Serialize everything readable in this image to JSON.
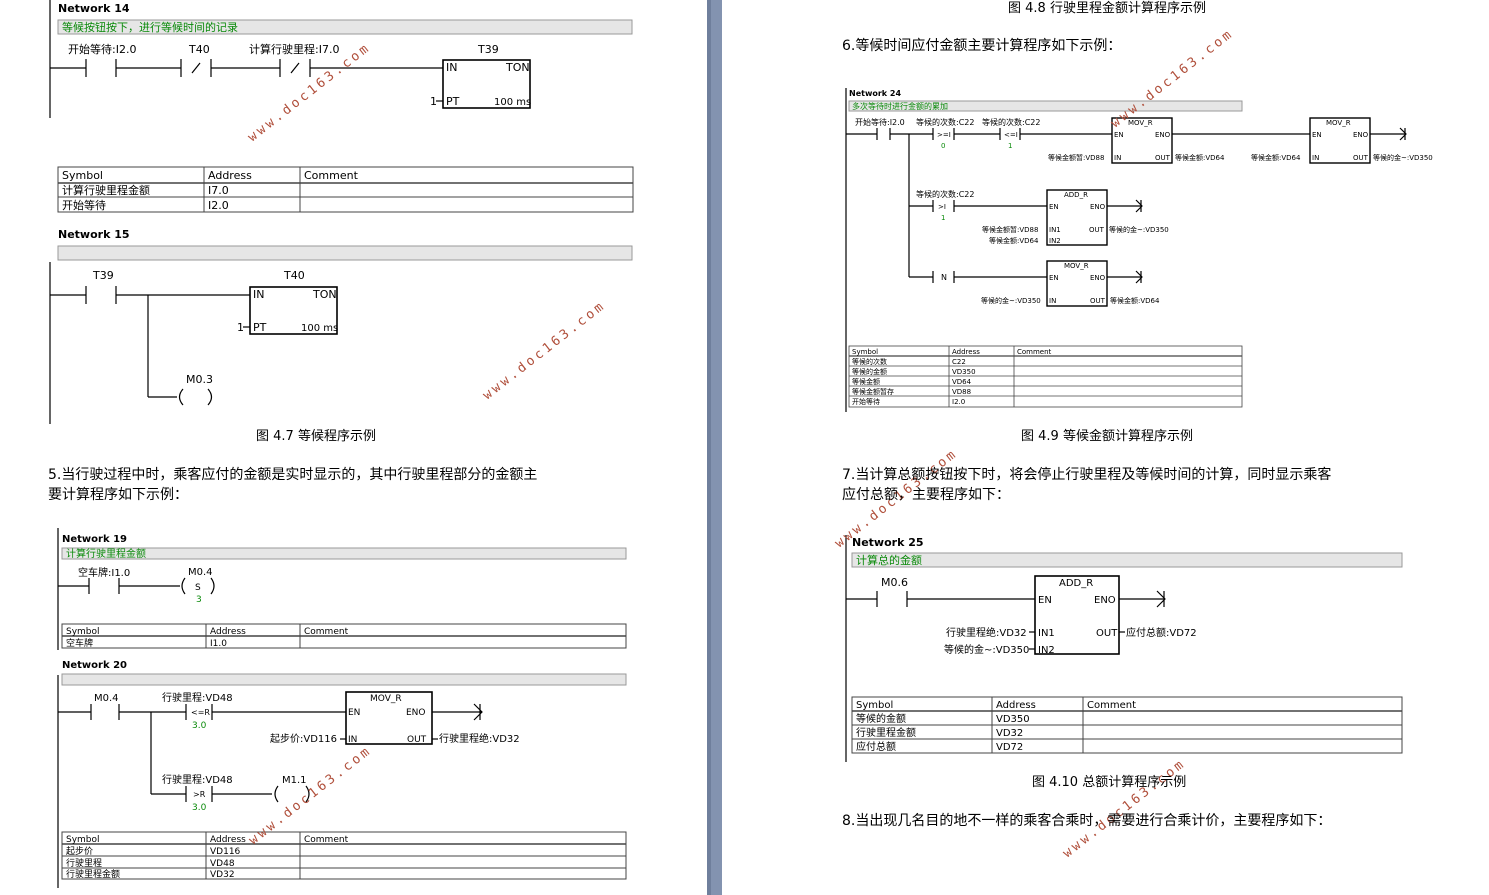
{
  "left": {
    "net14": {
      "title": "Network 14",
      "comment": "等候按钮按下，进行等候时间的记录",
      "c1": "开始等待:I2.0",
      "c2": "T40",
      "c3": "计算行驶里程:I7.0",
      "timer": "T39",
      "box_in": "IN",
      "box_ton": "TON",
      "box_pt": "PT",
      "pt_val": "1",
      "ms": "100 ms",
      "sym_headers": [
        "Symbol",
        "Address",
        "Comment"
      ],
      "sym_rows": [
        [
          "计算行驶里程金额",
          "I7.0",
          ""
        ],
        [
          "开始等待",
          "I2.0",
          ""
        ]
      ]
    },
    "net15": {
      "title": "Network 15",
      "c1": "T39",
      "timer": "T40",
      "box_in": "IN",
      "box_ton": "TON",
      "box_pt": "PT",
      "pt_val": "1",
      "ms": "100 ms",
      "coil": "M0.3"
    },
    "caption_47": "图 4.7  等候程序示例",
    "para5_line1": "5.当行驶过程中时，乘客应付的金额是实时显示的，其中行驶里程部分的金额主",
    "para5_line2": "要计算程序如下示例：",
    "net19": {
      "title": "Network 19",
      "comment": "计算行驶里程金额",
      "c1": "空车牌:I1.0",
      "coil": "M0.4",
      "coil_s": "S",
      "coil_n": "3",
      "sym_headers": [
        "Symbol",
        "Address",
        "Comment"
      ],
      "sym_rows": [
        [
          "空车牌",
          "I1.0",
          ""
        ]
      ]
    },
    "net20": {
      "title": "Network 20",
      "c1": "M0.4",
      "cmp1_label": "行驶里程:VD48",
      "cmp1_op": "<=R",
      "cmp1_val": "3.0",
      "box": "MOV_R",
      "en": "EN",
      "eno": "ENO",
      "in_label": "起步价:VD116",
      "in": "IN",
      "out": "OUT",
      "out_label": "行驶里程绝:VD32",
      "cmp2_label": "行驶里程:VD48",
      "cmp2_op": ">R",
      "cmp2_val": "3.0",
      "coil2": "M1.1",
      "sym_headers": [
        "Symbol",
        "Address",
        "Comment"
      ],
      "sym_rows": [
        [
          "起步价",
          "VD116",
          ""
        ],
        [
          "行驶里程",
          "VD48",
          ""
        ],
        [
          "行驶里程金额",
          "VD32",
          ""
        ]
      ]
    }
  },
  "right": {
    "caption_48": "图 4.8  行驶里程金额计算程序示例",
    "para6": "6.等候时间应付金额主要计算程序如下示例：",
    "net24": {
      "title": "Network 24",
      "comment": "多次等待时进行金额的累加",
      "c_start": "开始等待:I2.0",
      "cmp1_label": "等候的次数:C22",
      "cmp1_op": ">=I",
      "cmp1_val": "0",
      "cmp2_label": "等候的次数:C22",
      "cmp2_op": "<=I",
      "cmp2_val": "1",
      "box1": "MOV_R",
      "box1_in_label": "等候金额暂:VD88",
      "box1_out_label": "等候金额:VD64",
      "box2": "MOV_R",
      "box2_in_label": "等候金额:VD64",
      "box2_out_label": "等候的金~:VD350",
      "cmp3_label": "等候的次数:C22",
      "cmp3_op": ">I",
      "cmp3_val": "1",
      "box3": "ADD_R",
      "box3_in1_label": "等候金额暂:VD88",
      "box3_in2_label": "等候金额:VD64",
      "box3_out_label": "等候的金~:VD350",
      "n_contact": "N",
      "box4": "MOV_R",
      "box4_in_label": "等候的金~:VD350",
      "box4_out_label": "等候金额:VD64",
      "en": "EN",
      "eno": "ENO",
      "in": "IN",
      "in1": "IN1",
      "in2": "IN2",
      "out": "OUT",
      "sym_headers": [
        "Symbol",
        "Address",
        "Comment"
      ],
      "sym_rows": [
        [
          "等候的次数",
          "C22",
          ""
        ],
        [
          "等候的金额",
          "VD350",
          ""
        ],
        [
          "等候金额",
          "VD64",
          ""
        ],
        [
          "等候金额暂存",
          "VD88",
          ""
        ],
        [
          "开始等待",
          "I2.0",
          ""
        ]
      ]
    },
    "caption_49": "图 4.9  等候金额计算程序示例",
    "para7_line1": "7.当计算总额按钮按下时，将会停止行驶里程及等候时间的计算，同时显示乘客",
    "para7_line2": "应付总额，主要程序如下：",
    "net25": {
      "title": "Network 25",
      "comment": "计算总的金额",
      "c1": "M0.6",
      "box": "ADD_R",
      "en": "EN",
      "eno": "ENO",
      "in1": "IN1",
      "in2": "IN2",
      "out": "OUT",
      "in1_label": "行驶里程绝:VD32",
      "in2_label": "等候的金~:VD350",
      "out_label": "应付总额:VD72",
      "sym_headers": [
        "Symbol",
        "Address",
        "Comment"
      ],
      "sym_rows": [
        [
          "等候的金额",
          "VD350",
          ""
        ],
        [
          "行驶里程金额",
          "VD32",
          ""
        ],
        [
          "应付总额",
          "VD72",
          ""
        ]
      ]
    },
    "caption_410": "图 4.10  总额计算程序示例",
    "para8": "8.当出现几名目的地不一样的乘客合乘时，需要进行合乘计价，主要程序如下："
  },
  "watermark": "www.doc163.com",
  "colors": {
    "gutter": "#8393b0",
    "comment_fill": "#e6e6e6",
    "comment_text": "#0a8a0a",
    "watermark": "#b04f3b"
  }
}
